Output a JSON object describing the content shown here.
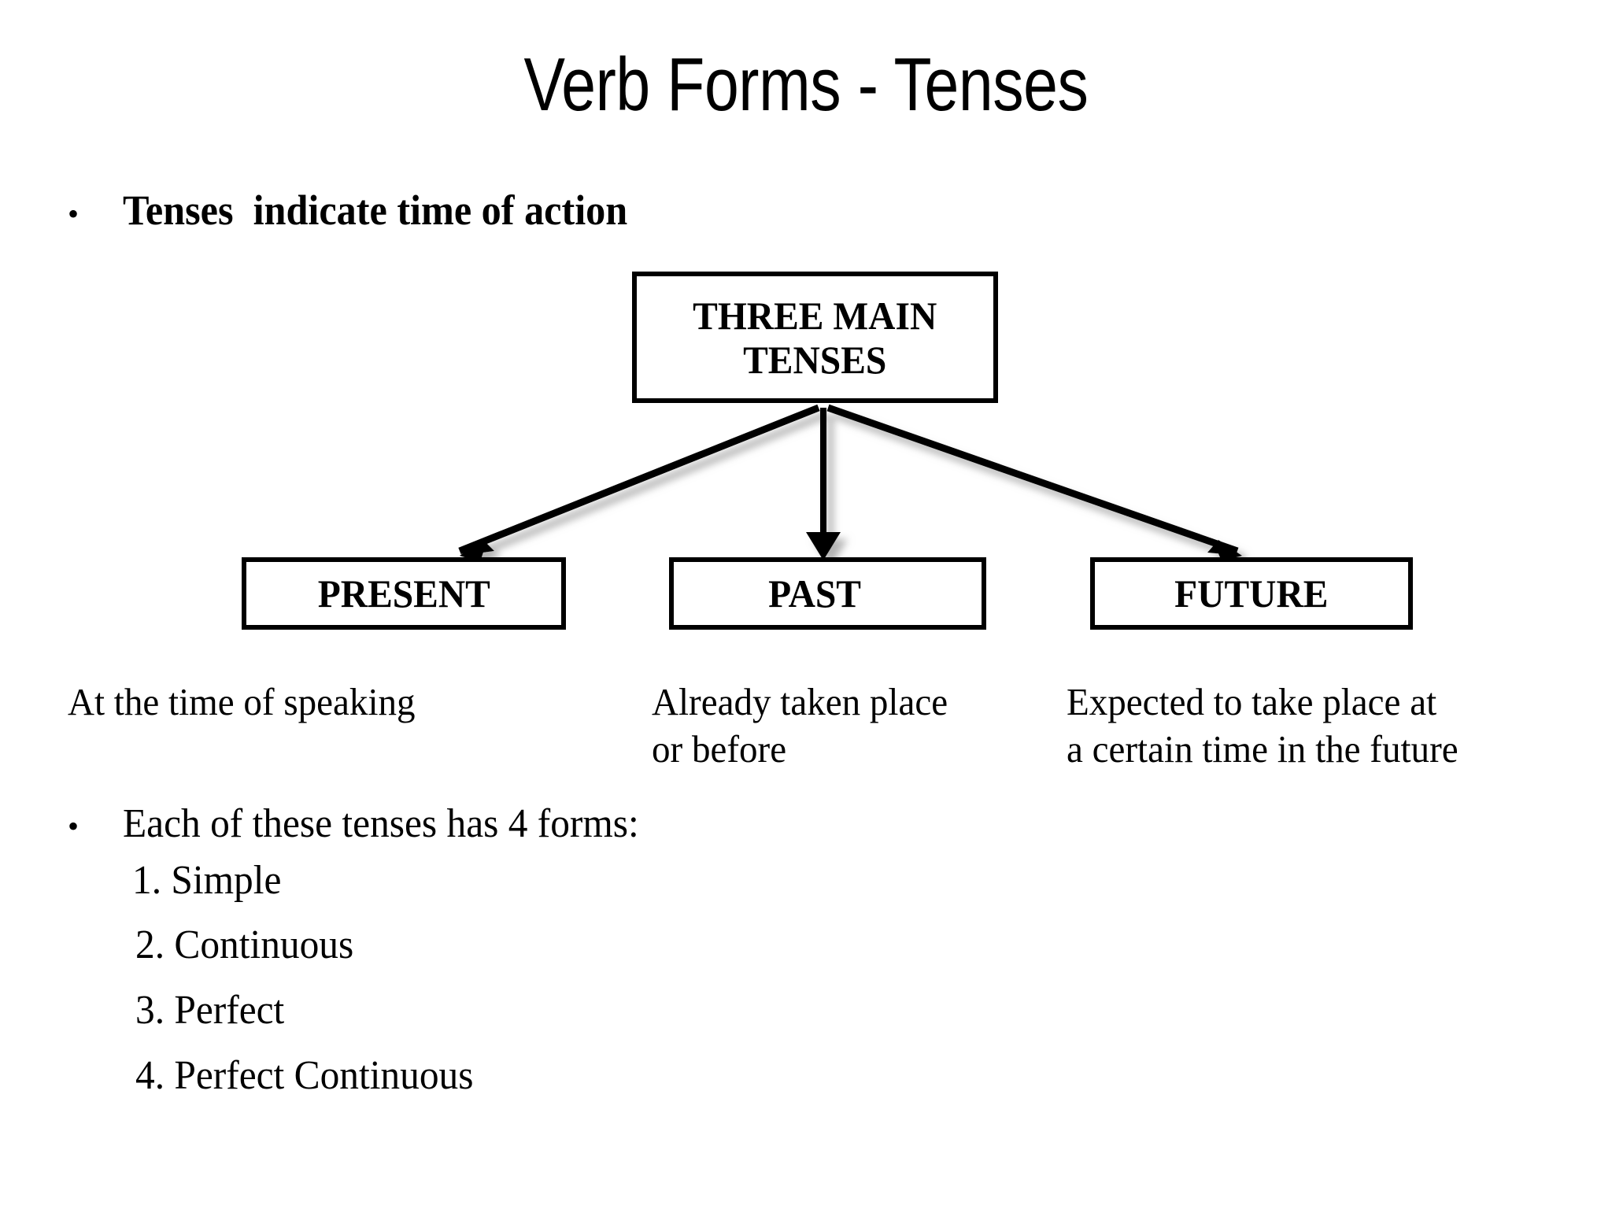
{
  "slide": {
    "title": "Verb Forms - Tenses",
    "background_color": "#ffffff",
    "text_color": "#000000"
  },
  "bullets": [
    {
      "marker": "•",
      "text": "Tenses  indicate time of action"
    },
    {
      "marker": "•",
      "text": "Each of these tenses has 4 forms:"
    }
  ],
  "diagram": {
    "root": {
      "label": "THREE MAIN\nTENSES",
      "border_color": "#000000",
      "fill_color": "#ffffff"
    },
    "children": [
      {
        "label": "PRESENT",
        "description": "At the time of speaking"
      },
      {
        "label": "PAST",
        "description": "Already taken place\nor before"
      },
      {
        "label": "FUTURE",
        "description": "Expected to take place at\na certain time in the future"
      }
    ],
    "connector_icon": "arrow-down-icon",
    "connector_color": "#000000"
  },
  "forms": [
    {
      "number": "1.",
      "label": "Simple",
      "text": "1. Simple"
    },
    {
      "number": "2.",
      "label": "Continuous",
      "text": "2. Continuous"
    },
    {
      "number": "3.",
      "label": "Perfect",
      "text": "3. Perfect"
    },
    {
      "number": "4.",
      "label": "Perfect Continuous",
      "text": "4. Perfect Continuous"
    }
  ]
}
